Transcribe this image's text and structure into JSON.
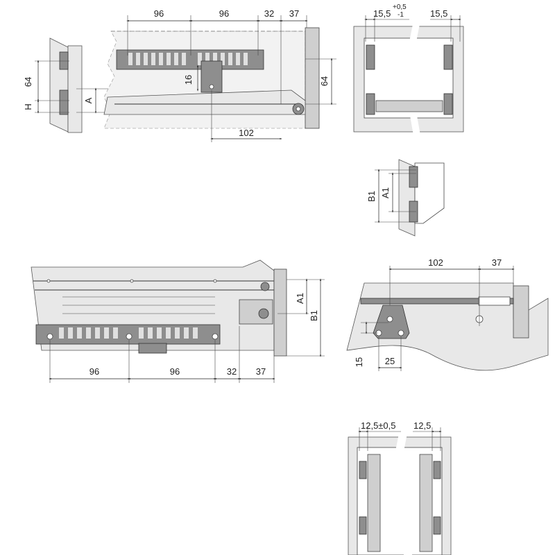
{
  "title": "Drawer slide installation drawing",
  "dims": {
    "top_96a": "96",
    "top_96b": "96",
    "top_32": "32",
    "top_37": "37",
    "top_64_left": "64",
    "top_h": "H",
    "top_a": "A",
    "top_16": "16",
    "top_64_right": "64",
    "top_102": "102",
    "sec_15_5_tol": "15,5",
    "sec_tol_plus": "+0,5",
    "sec_tol_minus": "-1",
    "sec_15_5": "15,5",
    "det_b1": "B1",
    "det_a1": "A1",
    "mid_a1": "A1",
    "mid_b1": "B1",
    "mid_96a": "96",
    "mid_96b": "96",
    "mid_32": "32",
    "mid_37": "37",
    "right_102": "102",
    "right_37": "37",
    "right_15": "15",
    "right_25": "25",
    "bot_12_5_tol": "12,5±0,5",
    "bot_12_5": "12,5"
  },
  "colors": {
    "line": "#333333",
    "light": "#e8e8e8",
    "mid": "#cfcfcf",
    "dark": "#8e8e8e"
  }
}
